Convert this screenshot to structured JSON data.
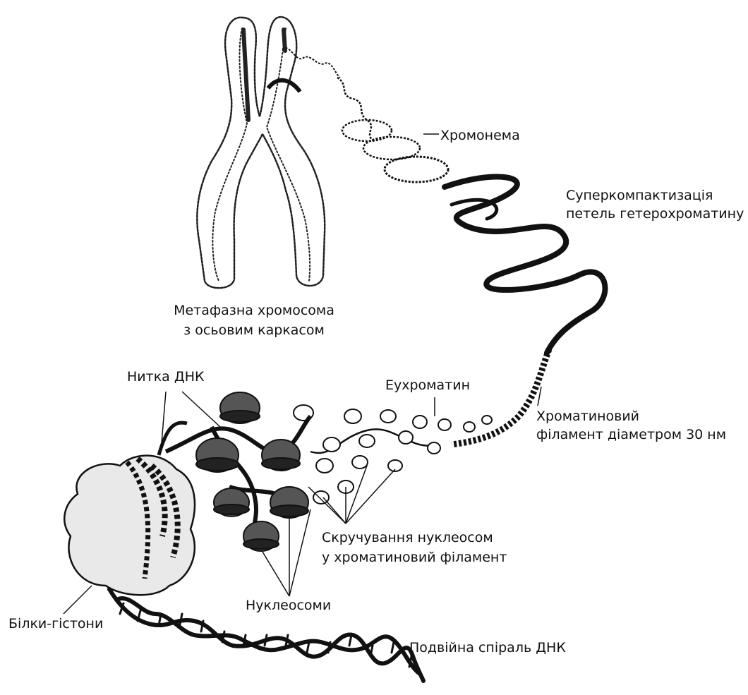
{
  "labels": {
    "chromonema": "Хромонема",
    "supercompaction_line1": "Суперкомпактизація",
    "supercompaction_line2": "петель гетерохроматину",
    "metaphase_line1": "Метафазна хромосома",
    "metaphase_line2": "з осьовим каркасом",
    "dna_strand": "Нитка ДНК",
    "euchromatin": "Еухроматин",
    "chromatin_filament_line1": "Хроматиновий",
    "chromatin_filament_line2": "філамент діаметром 30 нм",
    "nucleosome_coiling_line1": "Скручування нуклеосом",
    "nucleosome_coiling_line2": "у хроматиновий філамент",
    "nucleosomes": "Нуклеосоми",
    "histone_proteins": "Білки-гістони",
    "double_helix": "Подвійна спіраль ДНК"
  },
  "colors": {
    "ink": "#111111",
    "protein_fill": "#e9e9e9"
  }
}
